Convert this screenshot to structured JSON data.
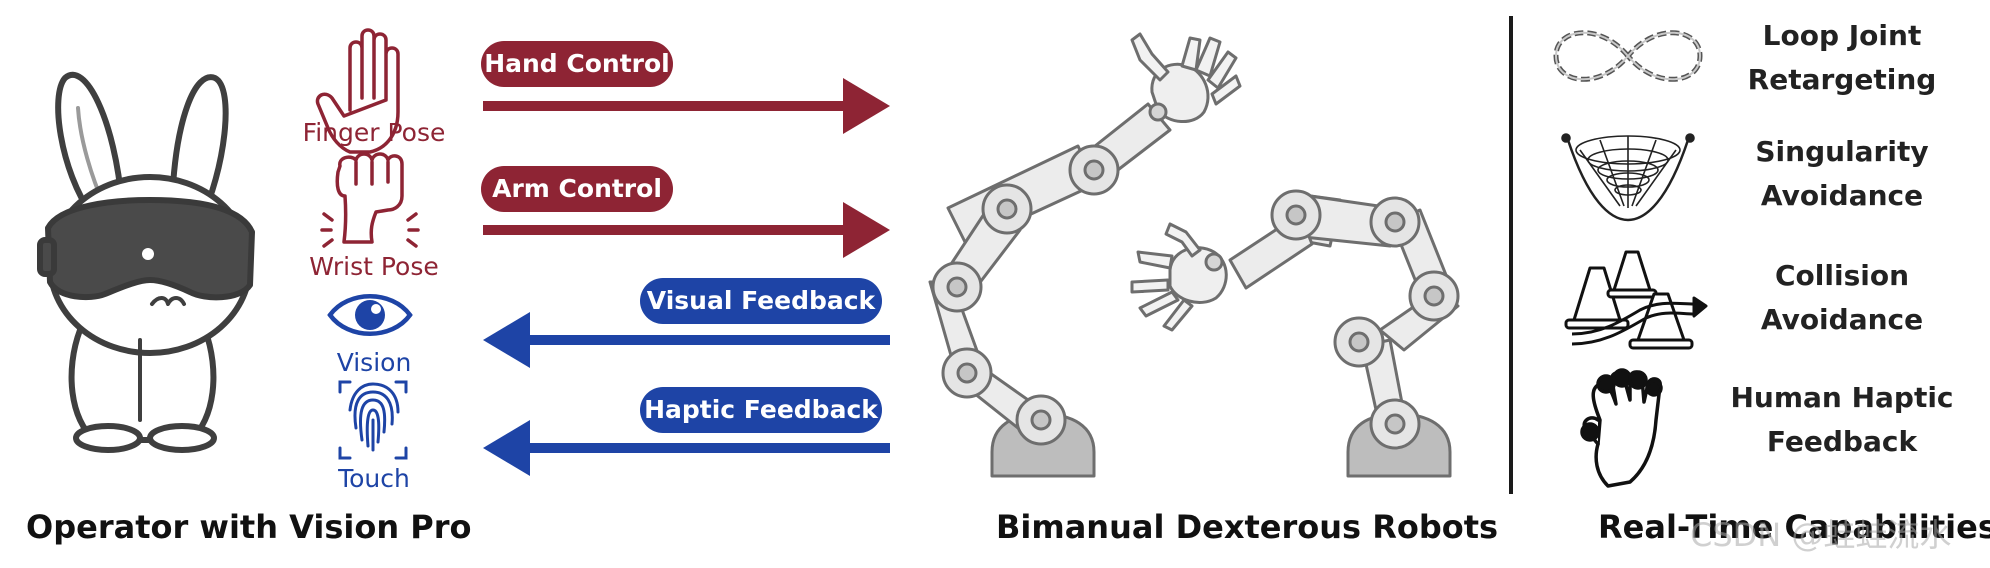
{
  "colors": {
    "control_red": "#8e2434",
    "feedback_blue": "#1e44a6",
    "robot_gray": "#e9e9e9",
    "text_dark": "#111111"
  },
  "left": {
    "caption": "Operator with Vision Pro",
    "figure": "bunny-with-vision-pro-headset"
  },
  "modalities": [
    {
      "label": "Finger Pose",
      "icon": "open-hand-icon",
      "color": "red"
    },
    {
      "label": "Wrist Pose",
      "icon": "raised-fist-icon",
      "color": "red"
    },
    {
      "label": "Vision",
      "icon": "eye-icon",
      "color": "blue"
    },
    {
      "label": "Touch",
      "icon": "fingerprint-icon",
      "color": "blue"
    }
  ],
  "arrows": [
    {
      "label": "Hand Control",
      "direction": "right",
      "color": "red"
    },
    {
      "label": "Arm Control",
      "direction": "right",
      "color": "red"
    },
    {
      "label": "Visual Feedback",
      "direction": "left",
      "color": "blue"
    },
    {
      "label": "Haptic Feedback",
      "direction": "left",
      "color": "blue"
    }
  ],
  "center": {
    "caption": "Bimanual Dexterous Robots",
    "figure": "two-robot-arms-with-hands"
  },
  "right": {
    "caption": "Real-Time Capabilities",
    "capabilities": [
      {
        "line1": "Loop Joint",
        "line2": "Retargeting",
        "icon": "chain-loop-icon"
      },
      {
        "line1": "Singularity",
        "line2": "Avoidance",
        "icon": "funnel-surface-icon"
      },
      {
        "line1": "Collision",
        "line2": "Avoidance",
        "icon": "traffic-cones-icon"
      },
      {
        "line1": "Human Haptic",
        "line2": "Feedback",
        "icon": "touch-hand-icon"
      }
    ]
  },
  "watermark": "CSDN @蛙蛙流水"
}
